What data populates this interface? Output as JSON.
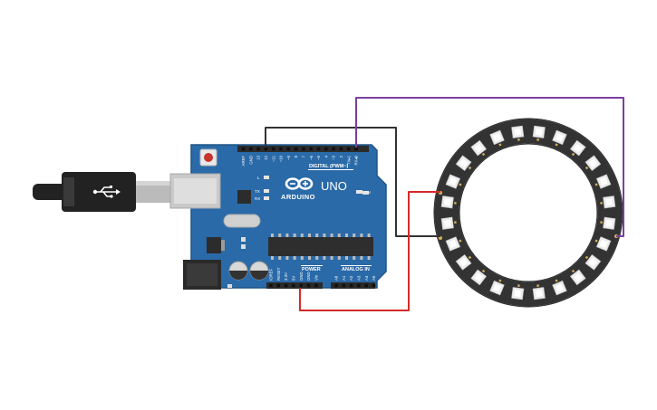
{
  "board": {
    "brand": "ARDUINO",
    "model": "UNO",
    "digital_header": "DIGITAL (PWM~)",
    "power_header": "POWER",
    "analog_header": "ANALOG IN",
    "led_l": "L",
    "led_tx": "TX",
    "led_rx": "RX",
    "on_label": "ON",
    "top_pins": [
      "AREF",
      "GND",
      "13",
      "12",
      "~11",
      "~10",
      "~9",
      "8",
      "7",
      "~6",
      "~5",
      "4",
      "~3",
      "2",
      "TX▸1",
      "RX◂0"
    ],
    "power_pins": [
      "IOREF",
      "RESET",
      "3.3V",
      "5V",
      "GND",
      "GND",
      "Vin"
    ],
    "analog_pins": [
      "A0",
      "A1",
      "A2",
      "A3",
      "A4",
      "A5"
    ]
  },
  "ring": {
    "pixel_count": 24
  },
  "colors": {
    "board": "#2a6aa8",
    "board_edge": "#1f5487",
    "wire_gnd": "#333333",
    "wire_power": "#d42a2a",
    "wire_data": "#7b3fa0",
    "ring": "#333333",
    "usb_cable": "#222222"
  },
  "icons": [
    "usb-icon",
    "arduino-infinity-logo-icon"
  ]
}
